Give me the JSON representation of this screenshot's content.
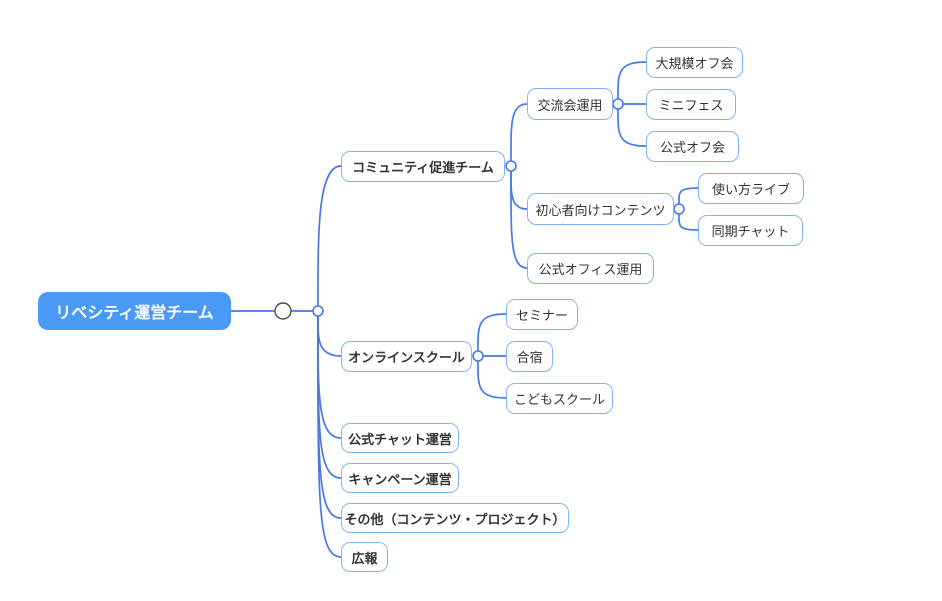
{
  "colors": {
    "root_bg": "#4a9af5",
    "root_text": "#ffffff",
    "node_border": "#7fb5f5",
    "node_text": "#333333",
    "connector": "#4678e8",
    "detached_handle_outline": "#4d4d4d"
  },
  "tree": {
    "label": "リベシティ運営チーム",
    "children": [
      {
        "label": "コミュニティ促進チーム",
        "children": [
          {
            "label": "交流会運用",
            "children": [
              {
                "label": "大規模オフ会"
              },
              {
                "label": "ミニフェス"
              },
              {
                "label": "公式オフ会"
              }
            ]
          },
          {
            "label": "初心者向けコンテンツ",
            "children": [
              {
                "label": "使い方ライブ"
              },
              {
                "label": "同期チャット"
              }
            ]
          },
          {
            "label": "公式オフィス運用"
          }
        ]
      },
      {
        "label": "オンラインスクール",
        "children": [
          {
            "label": "セミナー"
          },
          {
            "label": "合宿"
          },
          {
            "label": "こどもスクール"
          }
        ]
      },
      {
        "label": "公式チャット運営"
      },
      {
        "label": "キャンペーン運営"
      },
      {
        "label": "その他（コンテンツ・プロジェクト）"
      },
      {
        "label": "広報"
      }
    ]
  }
}
